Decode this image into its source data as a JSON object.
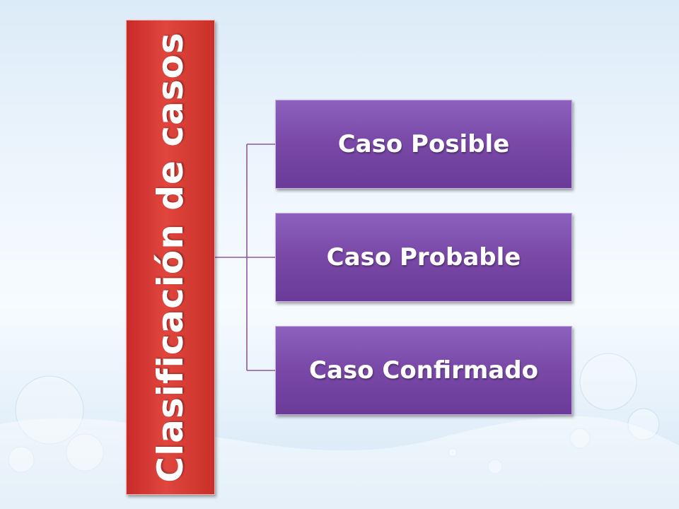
{
  "diagram": {
    "root": {
      "label": "Clasificación de casos",
      "color": "#d63a34"
    },
    "children": [
      {
        "label": "Caso Posible"
      },
      {
        "label": "Caso Probable"
      },
      {
        "label": "Caso Confirmado"
      }
    ],
    "child_color": "#7b4aa9",
    "connector_color": "#8a5a9c"
  }
}
